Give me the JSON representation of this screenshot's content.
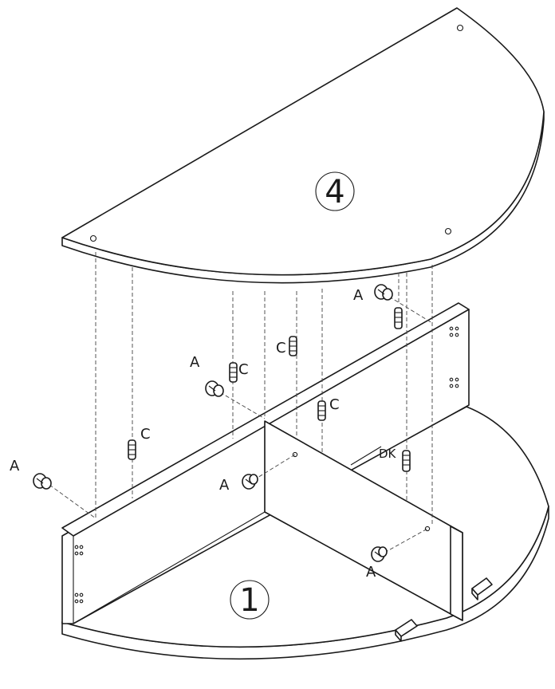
{
  "part_numbers": {
    "top_panel": "4",
    "base_panel": "1"
  },
  "hardware_labels": {
    "cam_lock": "A",
    "wooden_dowel": "C",
    "dowel_dk": "DK"
  }
}
